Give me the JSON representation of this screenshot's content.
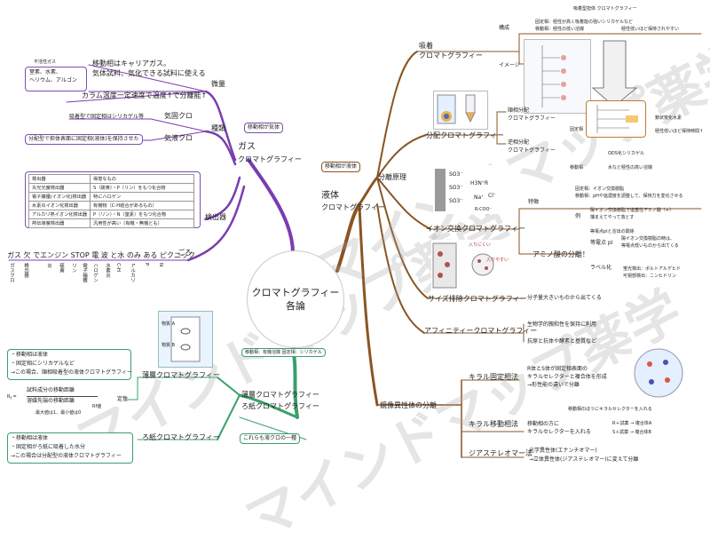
{
  "center": {
    "line1": "クロマトグラフィー",
    "line2": "各論"
  },
  "gas": {
    "title1": "ガス",
    "title2": "クロマトグ゙ラフィー",
    "tag": "移動相が気体",
    "carrier_note": "不活性ガス",
    "gases": [
      "窒素、水素、",
      "ヘリウム、アルゴン"
    ],
    "carrier_text1": "移動相はキャリアガス。",
    "carrier_text2": "気体試料、気化できる試料に使える",
    "column_temp": "カラム温度一定速度で温度↑で分離能↑",
    "bishou": "微量",
    "shurui": "種類",
    "kikyoku": "気固クロ",
    "kieki": "気液クロ",
    "kikyoku_desc": "吸着型で固定相はシリカゲル等",
    "kieki_desc": "分配型で担体表面に固定相(液体)を保持させた",
    "detector": "検出器",
    "det_head": [
      "検出器",
      "得意なもの"
    ],
    "det_rows": [
      [
        "炎光光度検出器",
        "S（硫黄）・P（リン）をもつ化合物"
      ],
      [
        "電子捕獲(イオン化)検出器",
        "特にハロゲン"
      ],
      [
        "水素炎イオン化検出器",
        "有機物（C-H結合があるもの）"
      ],
      [
        "アルカリ熱イオン化検出器",
        "P（リン）・N（窒素）をもつ化合物"
      ],
      [
        "熱伝導度検出器",
        "汎用性が高い（有機・無機とも）"
      ]
    ],
    "goro": "ごろ",
    "mnemonic": "ガス 欠 でエンジン STOP 電 波 と水 のみ ある ピクニック",
    "mnemonic_sub": [
      "ガスクロ",
      "検出器",
      "炎",
      "硫黄",
      "リン",
      "電子捕獲",
      "ハロゲン",
      "水素炎",
      "C-H",
      "アルカリ",
      "P",
      "N"
    ]
  },
  "liquid": {
    "title1": "液体",
    "title2": "クロマトグ゙ラフィー",
    "tag": "移動相が液体"
  },
  "bunri": {
    "title": "分離原理",
    "kyuchaku1": "吸着",
    "kyuchaku2": "クロマトグラフィー",
    "kosei": "構成",
    "kosei_1": "固定相：極性が高く吸着能の強いシリカゲルなど",
    "kosei_2": "移動相：極性の低い溶媒",
    "kosei_note": "極性低いほど保持されやすい",
    "image": "イメージ",
    "image_caption": "吸着型担体 クロマトグラフィー",
    "bunpai": "分配クロマトグラフィー",
    "junsou1": "順相分配",
    "junsou2": "クロマトグラフィー",
    "gyakusou1": "逆相分配",
    "gyakusou2": "クロマトグラフィー",
    "kotei": "固定相",
    "idou": "移動相",
    "ods": "ODS化シリカゲル",
    "ods_note": "極性低いほど保持時間↑",
    "mizu": "水など極性の高い溶媒",
    "keizoku": "鎖状炭化水素",
    "ion": "イオン交換クロマトグラフィー",
    "tokucho": "特徴",
    "ion_1a": "固定相：イオン交換樹脂",
    "ion_1b": "移動相：pHや塩濃度を調整して、保持力を変化させる",
    "rei": "例",
    "ion_2a": "陽イオン交換樹脂で塩基性アミノ酸（+）",
    "ion_2b": "捕まえてやって落とす",
    "amino": "アミノ酸の分離！",
    "haikou": "等電点 pI",
    "haikou_note": "等電点pIと溶出の関係",
    "haikou_2a": "陽イオン交換樹脂の時は、",
    "haikou_2b": "等電点低いものから出てくる",
    "label": "ラベル化",
    "label_1": "蛍光検出：ポルトアルデヒド",
    "label_2": "可視部検出：ニンヒドリン",
    "size": "サイズ排除クロマトグラフィー",
    "size_note": "分子量大きいものから出てくる",
    "iriyasui": "入りにくい",
    "iriyasui2": "入りやすい"
  },
  "affinity": {
    "title": "アフィニティークロマトグラフィー",
    "n1": "生物学的親和性を保持に利用",
    "n2": "抗原と抗体や酵素と基質など"
  },
  "kyouzou": {
    "title": "鏡像異性体の分離",
    "chiral": "キラル固定相法",
    "chiral_1": "R体とS体が固定相表面の",
    "chiral_2": "キラルセレクターと複合体を形成",
    "chiral_3": "→形性能の違いで分離",
    "idou": "キラル移動相法",
    "idou_note": "移動相のほうにキラルセレクターを入れる",
    "idou_1": "移動相の方に",
    "idou_2": "キラルセレクターを入れる",
    "r": "R＋試薬 → 複合体A",
    "s": "S＋試薬 → 複合体B",
    "diaster": "ジアステレオマー法",
    "dia_1": "光学異性体(エナンチオマー)",
    "dia_2": "→立体異性体(ジアステレオマー)に変えて分離"
  },
  "thin": {
    "title1": "薄層クロマトグ゙ラフィー",
    "title2": "ろ紙クロマトグ゙ラフィー",
    "note_top": "移動相：有機溶媒 固定相：シリカゲル",
    "note_side": "液体クロマトグラフィーの一種",
    "hakusou": "薄層クロマトグラフィー",
    "h1": "・移動相は液体",
    "h2": "・固定相にシリカゲルなど",
    "h3": "→この場合、順相吸着型の液体クロマトグラフィー",
    "sub_a": "物質 A",
    "sub_b": "物質 B",
    "rf_label": "Rf値",
    "teisei": "定性",
    "rf_num": "試料成分の移動距離",
    "rf_den": "溶媒先端の移動距離",
    "rf_range": "最大値は1、最小値は0",
    "roshi": "ろ紙クロマトグラフィー",
    "r1": "・移動相は液体",
    "r2": "・固定相がろ紙に吸着した水分",
    "r3": "→この場合は分配型の液体クロマトグラフィー",
    "tag": "これらも液クロの一種"
  },
  "watermark": "マインドマップ薬学",
  "colors": {
    "gas": "#7a3db0",
    "liquid": "#8a5424",
    "thin": "#3aa06a",
    "orange": "#c07a35"
  }
}
